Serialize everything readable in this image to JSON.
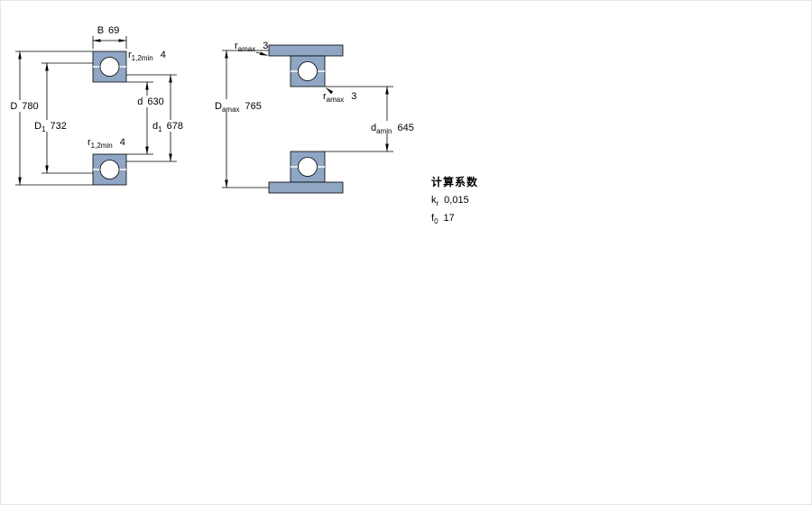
{
  "figure": {
    "colors": {
      "ring_fill": "#8FA6C4",
      "outline": "#000000"
    }
  },
  "left_view": {
    "dim_B": {
      "symbol": "B",
      "value": "69"
    },
    "dim_r12_top": {
      "symbol": "r",
      "sub": "1,2min",
      "value": "4"
    },
    "dim_D": {
      "symbol": "D",
      "value": "780"
    },
    "dim_D1": {
      "symbol": "D",
      "sub": "1",
      "value": "732"
    },
    "dim_r12_mid": {
      "symbol": "r",
      "sub": "1,2min",
      "value": "4"
    },
    "dim_d": {
      "symbol": "d",
      "value": "630"
    },
    "dim_d1": {
      "symbol": "d",
      "sub": "1",
      "value": "678"
    }
  },
  "right_view": {
    "dim_ra_top": {
      "symbol": "r",
      "sub": "amax",
      "value": "3"
    },
    "dim_Da": {
      "symbol": "D",
      "sub": "amax",
      "value": "765"
    },
    "dim_ra_mid": {
      "symbol": "r",
      "sub": "amax",
      "value": "3"
    },
    "dim_da": {
      "symbol": "d",
      "sub": "amin",
      "value": "645"
    }
  },
  "calculation_factors": {
    "title": "计算系数",
    "rows": [
      {
        "symbol": "k",
        "sub": "r",
        "value": "0,015"
      },
      {
        "symbol": "f",
        "sub": "0",
        "value": "17"
      }
    ]
  }
}
